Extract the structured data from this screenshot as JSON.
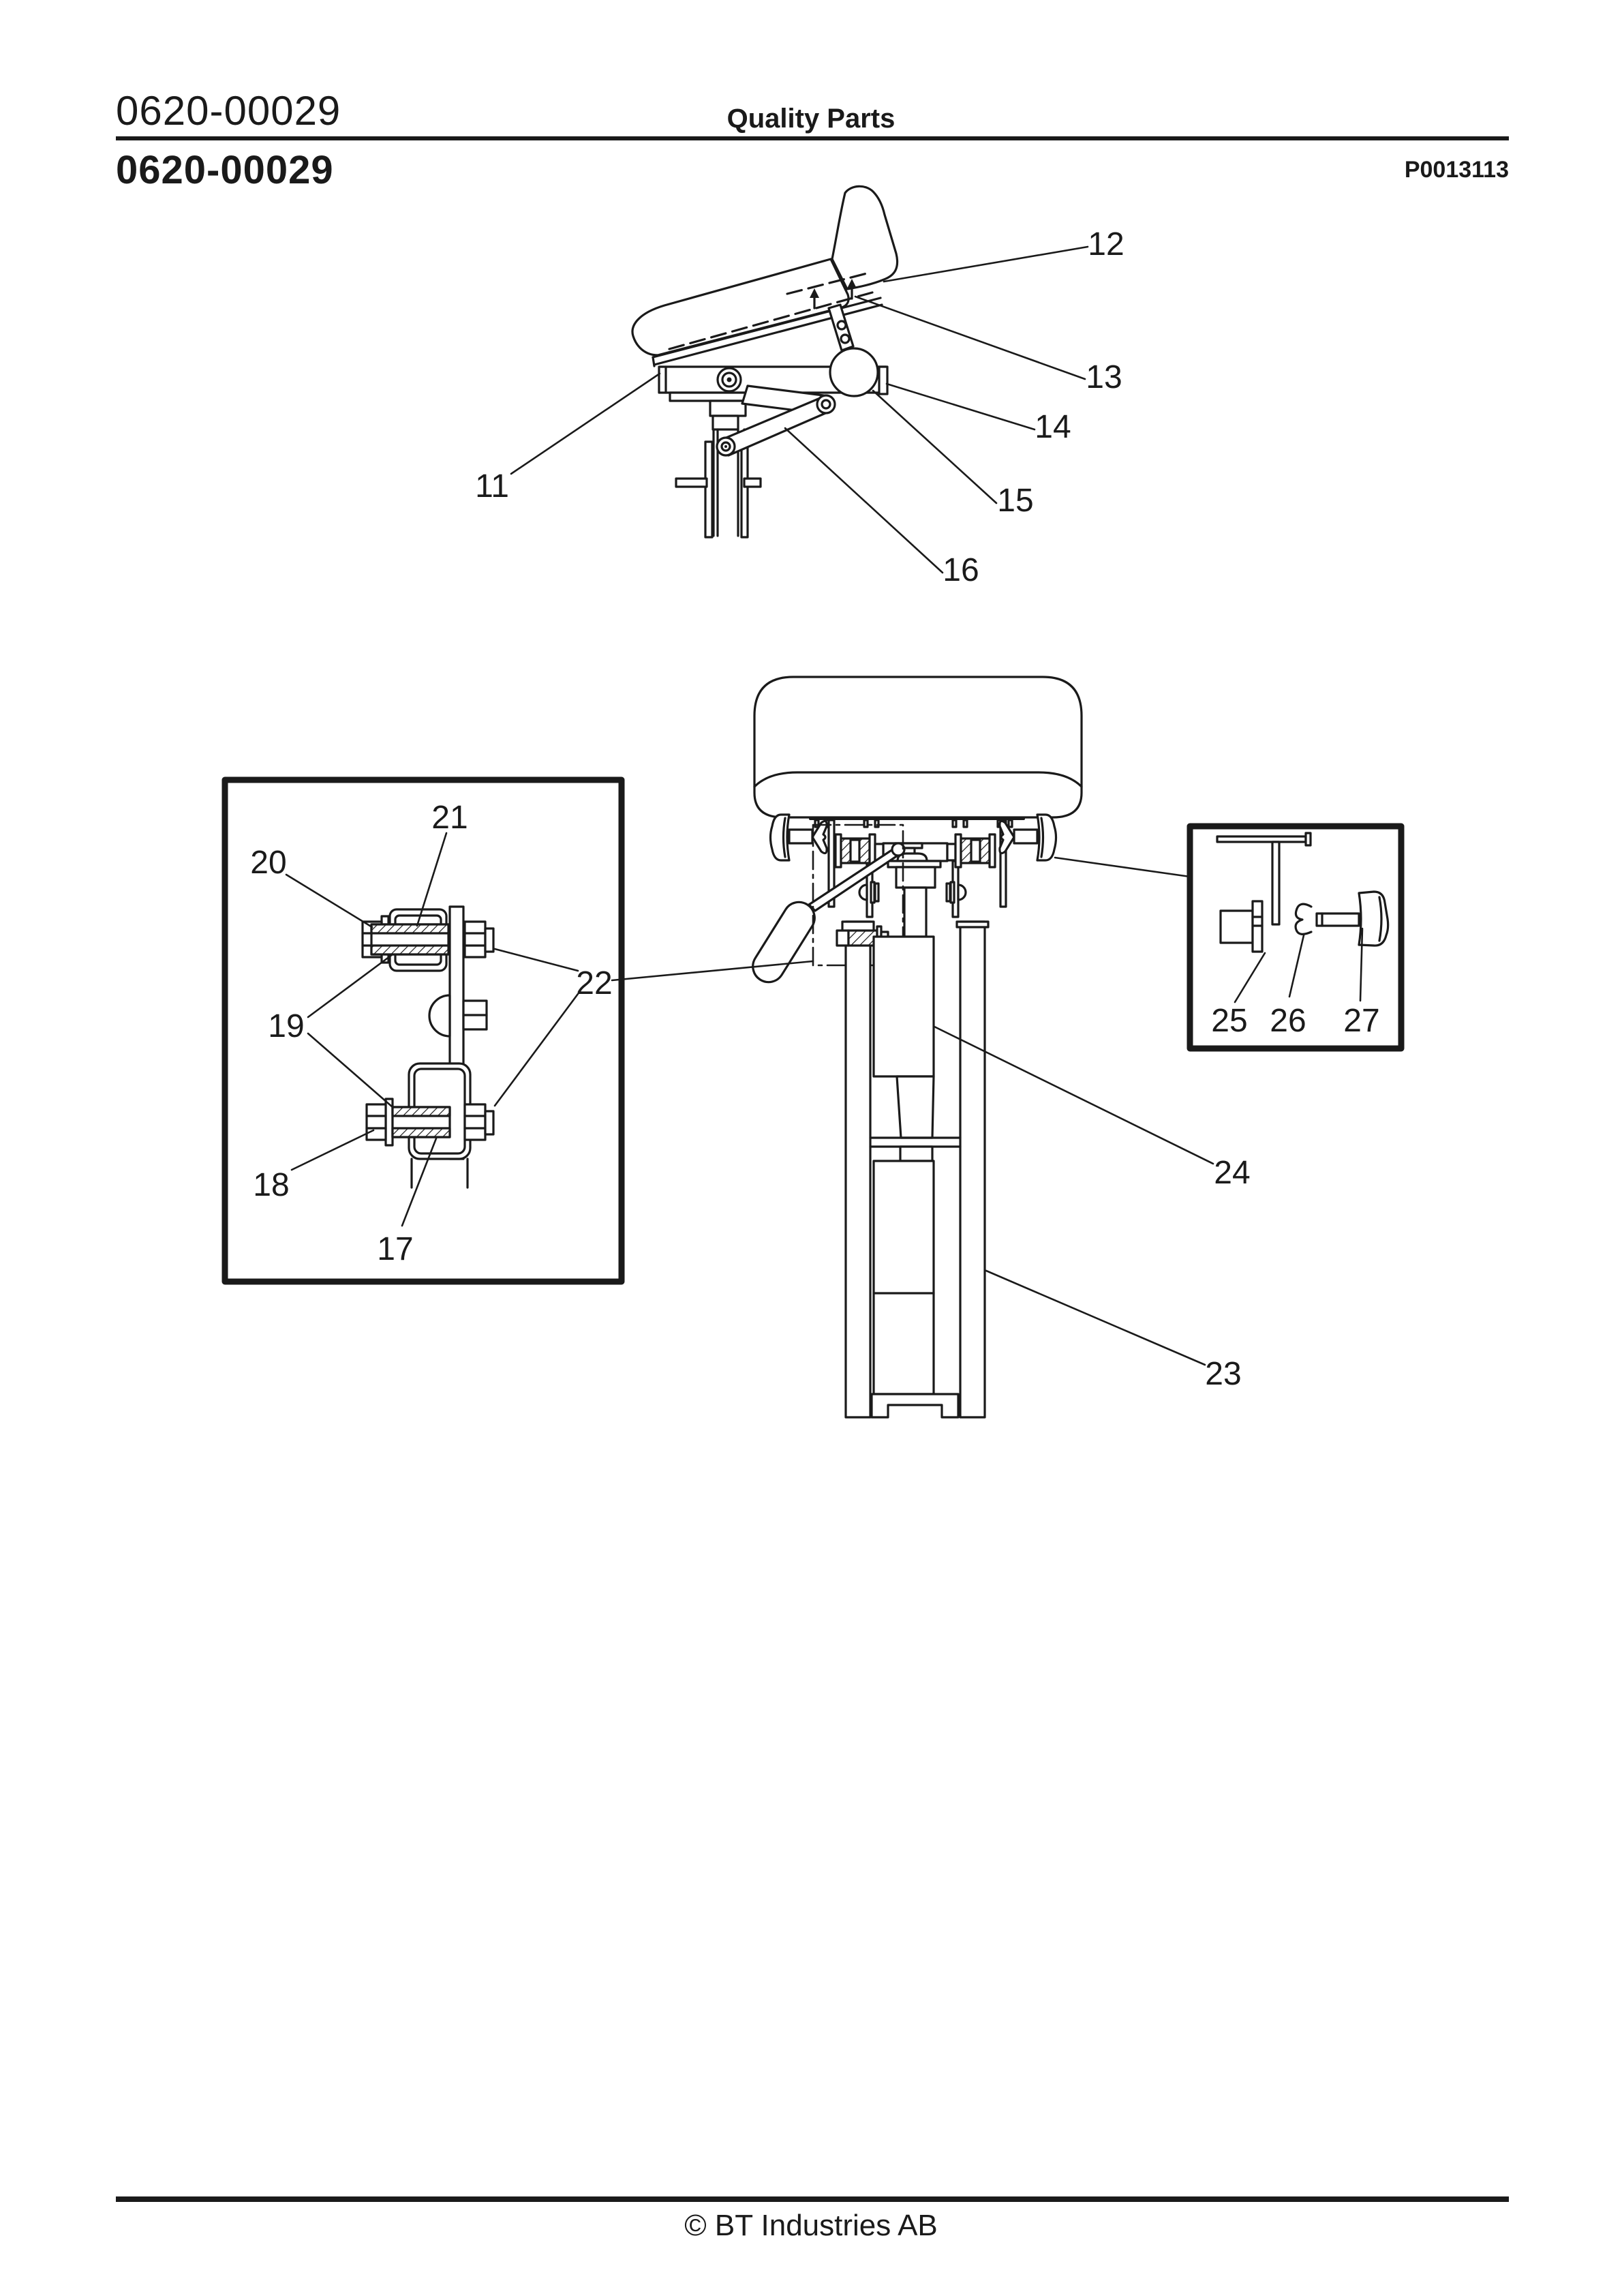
{
  "header": {
    "doc_number": "0620-00029",
    "page_title": "Quality Parts",
    "doc_number_bold": "0620-00029",
    "figure_code": "P0013113"
  },
  "footer": {
    "copyright": "© BT Industries AB"
  },
  "diagram": {
    "callouts": {
      "c11": "11",
      "c12": "12",
      "c13": "13",
      "c14": "14",
      "c15": "15",
      "c16": "16",
      "c17": "17",
      "c18": "18",
      "c19": "19",
      "c20": "20",
      "c21": "21",
      "c22": "22",
      "c23": "23",
      "c24": "24",
      "c25": "25",
      "c26": "26",
      "c27": "27"
    }
  }
}
